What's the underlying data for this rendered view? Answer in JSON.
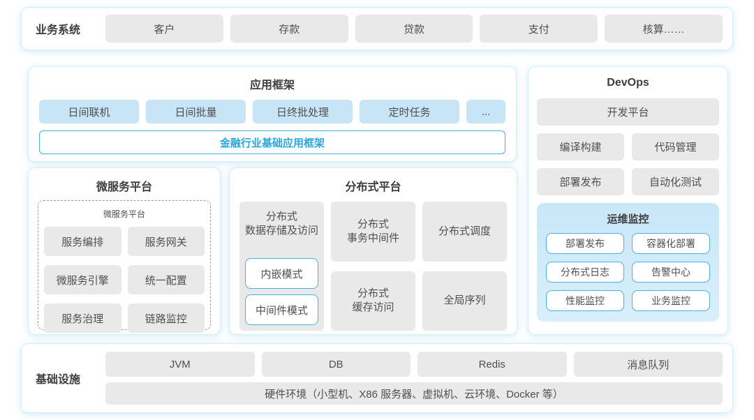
{
  "colors": {
    "panel_border": "#d5edf6",
    "gray_chip_bg": "#e9e9e9",
    "blue_chip_bg": "#c7e5f6",
    "cyan_border": "#45b2e0",
    "cyan_text": "#29a7dc",
    "monitor_panel_bg": "#cde9f8",
    "title_text": "#3d3d3d",
    "body_text": "#4f4f4f"
  },
  "business": {
    "label": "业务系统",
    "items": [
      "客户",
      "存款",
      "贷款",
      "支付",
      "核算……"
    ]
  },
  "app_frame": {
    "title": "应用框架",
    "chips": [
      "日间联机",
      "日间批量",
      "日终批处理",
      "定时任务"
    ],
    "dots": "...",
    "base": "金融行业基础应用框架"
  },
  "micro": {
    "title": "微服务平台",
    "inner_title": "微服务平台",
    "chips": [
      "服务编排",
      "服务网关",
      "微服务引擎",
      "统一配置",
      "服务治理",
      "链路监控"
    ]
  },
  "dist": {
    "title": "分布式平台",
    "storage_label": "分布式\n数据存储及访问",
    "modes": [
      "内嵌模式",
      "中间件模式"
    ],
    "blocks": [
      "分布式\n事务中间件",
      "分布式调度",
      "分布式\n缓存访问",
      "全局序列"
    ]
  },
  "devops": {
    "title": "DevOps",
    "platform": "开发平台",
    "chips": [
      "编译构建",
      "代码管理",
      "部署发布",
      "自动化测试"
    ],
    "monitor": {
      "title": "运维监控",
      "chips": [
        "部署发布",
        "容器化部署",
        "分布式日志",
        "告警中心",
        "性能监控",
        "业务监控"
      ]
    }
  },
  "infra": {
    "label": "基础设施",
    "chips": [
      "JVM",
      "DB",
      "Redis",
      "消息队列"
    ],
    "hardware": "硬件环境（小型机、X86 服务器、虚拟机、云环境、Docker 等）"
  }
}
